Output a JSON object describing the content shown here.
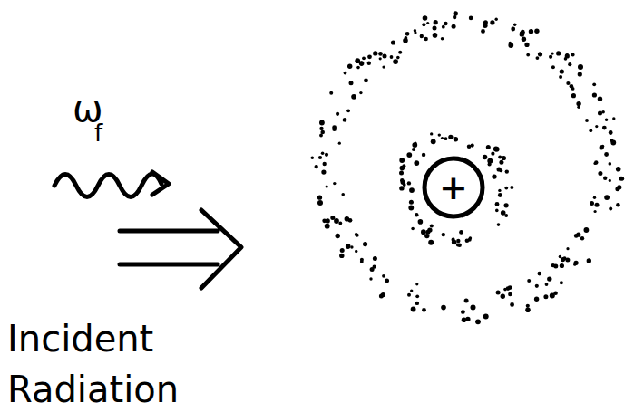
{
  "diagram": {
    "nodes": [
      {
        "text": [
          "+"
        ]
      }
    ],
    "labels": [
      "ω",
      "f",
      "Incident Radiation"
    ]
  }
}
